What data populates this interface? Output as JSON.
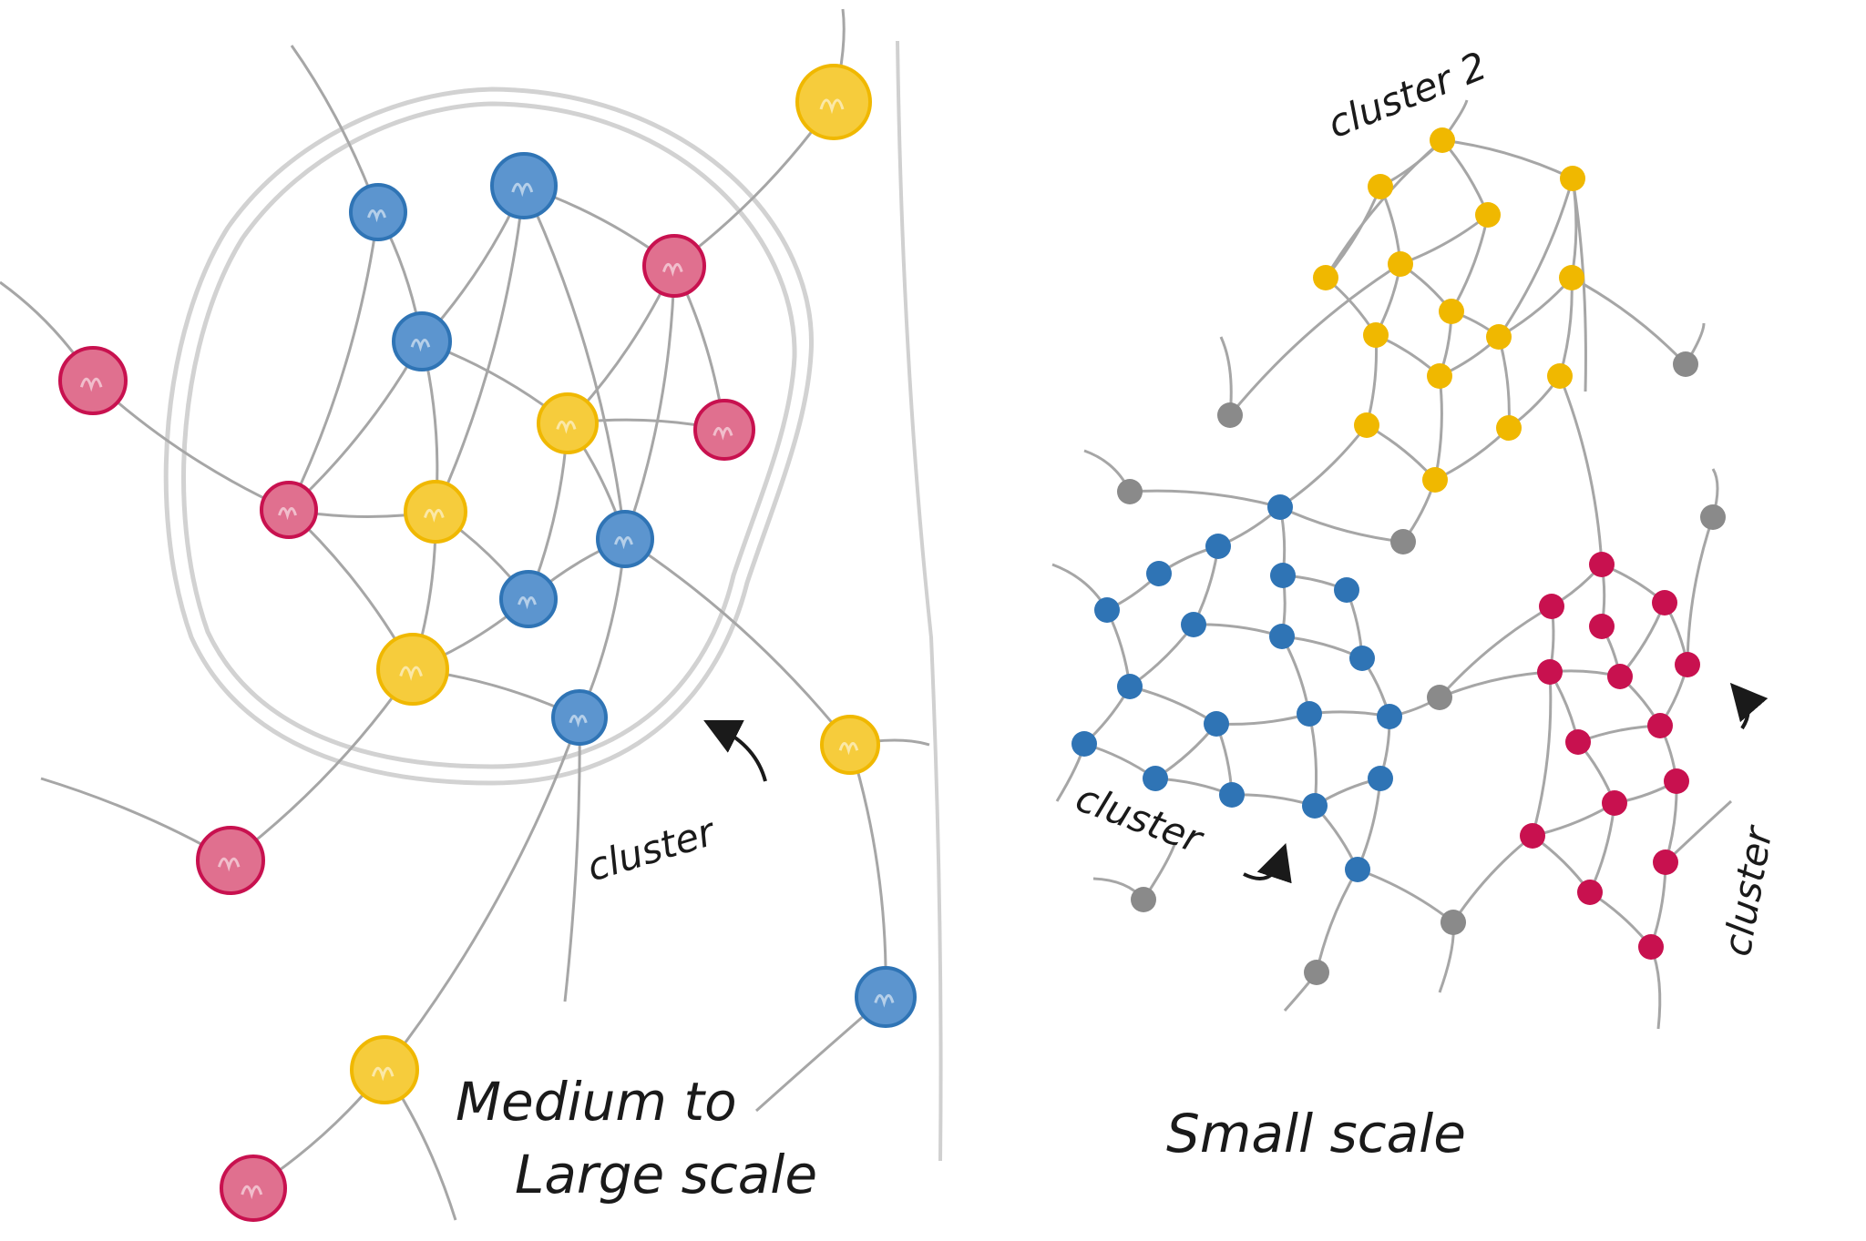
{
  "colors": {
    "edge": "#a6a6a6",
    "outline": "#d2d2d2",
    "blue": "#2f74b5",
    "yellow": "#f0b800",
    "pink": "#c8114f",
    "grey": "#8a8a8a",
    "text": "#1a1a1a"
  },
  "left_panel": {
    "caption_line1": "Medium to",
    "caption_line2": "Large scale",
    "cluster_label": "cluster"
  },
  "right_panel": {
    "caption": "Small scale",
    "cluster_blue_label": "cluster",
    "cluster_yellow_label": "cluster 2",
    "cluster_pink_label": "cluster"
  }
}
